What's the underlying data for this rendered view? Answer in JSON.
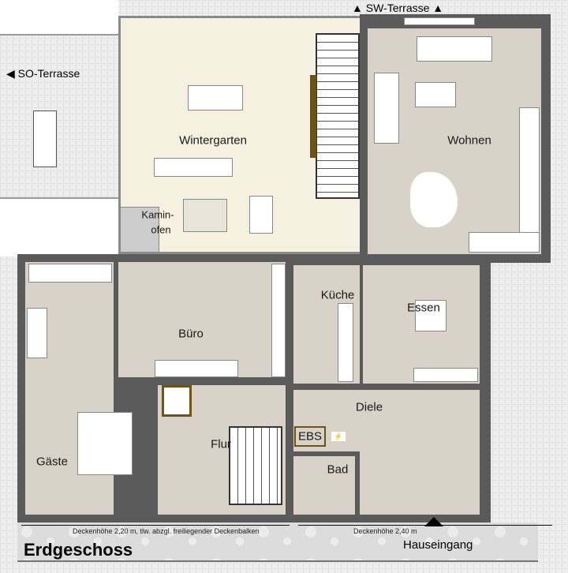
{
  "plan": {
    "title": "Erdgeschoss",
    "terraces": {
      "so": "SO-Terrasse",
      "sw": "SW-Terrasse"
    },
    "rooms": {
      "wintergarten": "Wintergarten",
      "wohnen": "Wohnen",
      "kaminofen_1": "Kamin-",
      "kaminofen_2": "ofen",
      "buero": "Büro",
      "kueche": "Küche",
      "essen": "Essen",
      "diele": "Diele",
      "gaeste": "Gäste",
      "flur": "Flur",
      "bad": "Bad",
      "ebs": "EBS"
    },
    "ceiling_left": "Deckenhöhe 2,20 m, tlw. abzgl. freiliegender Deckenbalken",
    "ceiling_right": "Deckenhöhe 2,40 m",
    "entrance": "Hauseingang",
    "colors": {
      "wall": "#5b5b5b",
      "wintergarten_floor": "#f5f0df",
      "room_floor": "#d8d2c8",
      "stair_accent": "#6b5414"
    }
  }
}
